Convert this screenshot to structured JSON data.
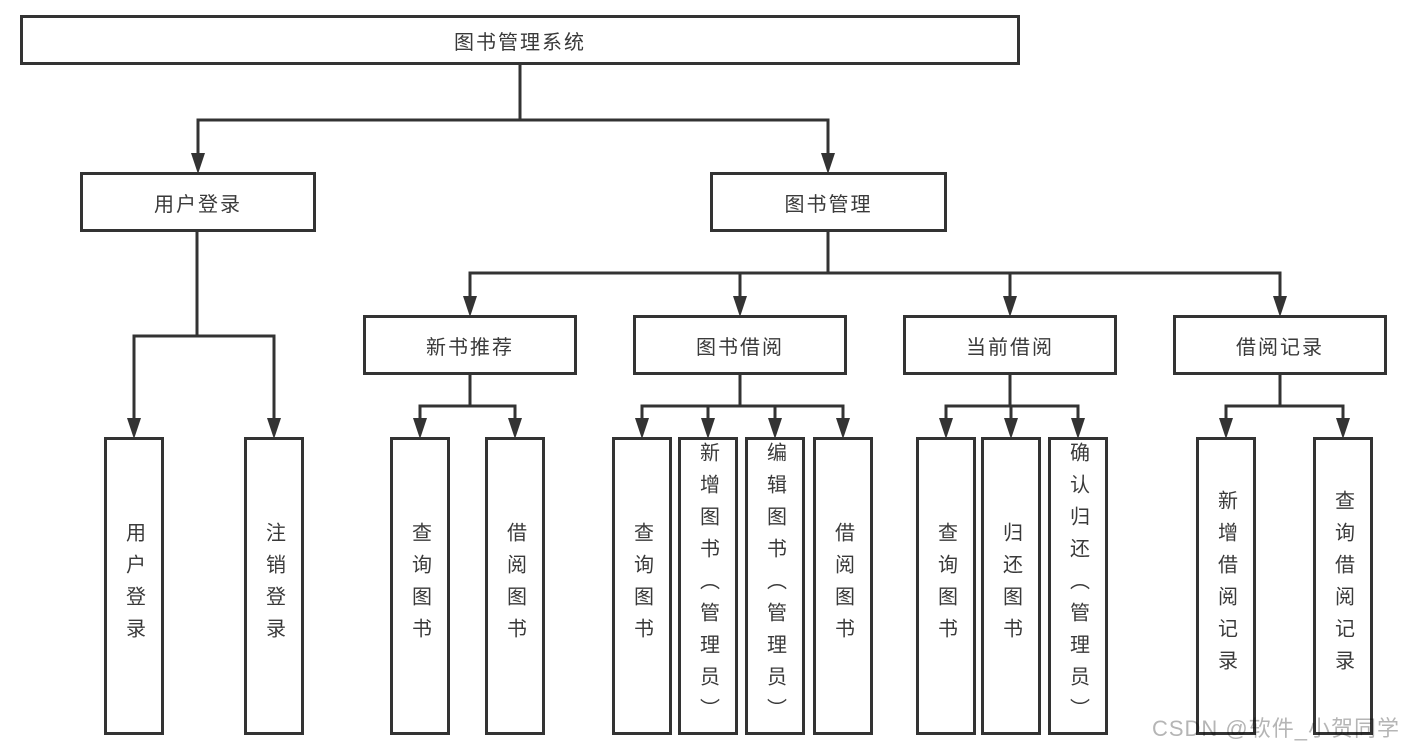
{
  "tree": {
    "label": "图书管理系统",
    "children": [
      {
        "label": "用户登录",
        "children": [
          {
            "label": "用户登录"
          },
          {
            "label": "注销登录"
          }
        ]
      },
      {
        "label": "图书管理",
        "children": [
          {
            "label": "新书推荐",
            "children": [
              {
                "label": "查询图书"
              },
              {
                "label": "借阅图书"
              }
            ]
          },
          {
            "label": "图书借阅",
            "children": [
              {
                "label": "查询图书"
              },
              {
                "label": "新增图书（管理员）"
              },
              {
                "label": "编辑图书（管理员）"
              },
              {
                "label": "借阅图书"
              }
            ]
          },
          {
            "label": "当前借阅",
            "children": [
              {
                "label": "查询图书"
              },
              {
                "label": "归还图书"
              },
              {
                "label": "确认归还（管理员）"
              }
            ]
          },
          {
            "label": "借阅记录",
            "children": [
              {
                "label": "新增借阅记录"
              },
              {
                "label": "查询借阅记录"
              }
            ]
          }
        ]
      }
    ]
  },
  "watermark": {
    "text": "CSDN @软件_小贺同学"
  },
  "colors": {
    "line": "#333333",
    "box_border": "#333333",
    "text": "#3a3a3a",
    "background": "#ffffff",
    "watermark": "#b5b5b5"
  }
}
